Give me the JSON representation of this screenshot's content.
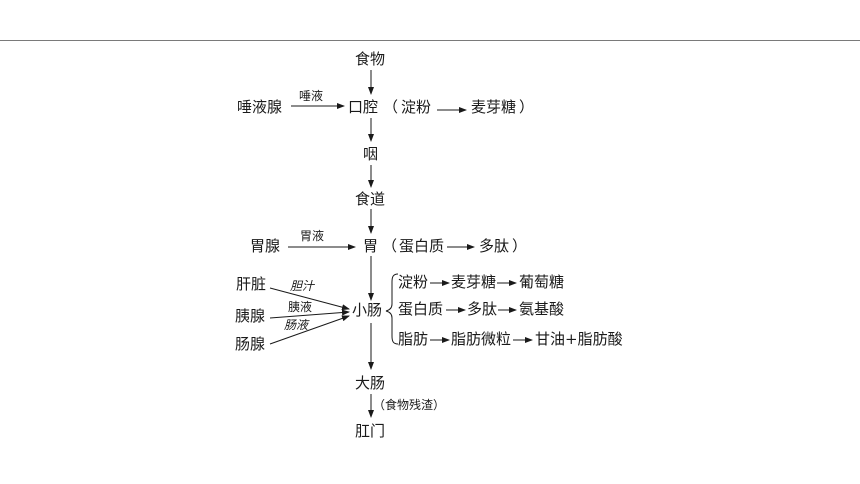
{
  "nodes": {
    "food": "食物",
    "mouth": "口腔",
    "mouth_note_open": "（",
    "starch": "淀粉",
    "maltose": "麦芽糖",
    "mouth_note_close": "）",
    "pharynx": "咽",
    "esophagus": "食道",
    "stomach": "胃",
    "stomach_note_open": "（",
    "protein": "蛋白质",
    "polypeptide": "多肽",
    "stomach_note_close": "）",
    "small_intestine": "小肠",
    "large_intestine": "大肠",
    "residue": "（食物残渣）",
    "anus": "肛门"
  },
  "glands": {
    "salivary_gland": "唾液腺",
    "saliva": "唾液",
    "gastric_gland": "胃腺",
    "gastric_juice": "胃液",
    "liver": "肝脏",
    "bile": "胆汁",
    "pancreas": "胰腺",
    "pancreatic_juice": "胰液",
    "intestinal_gland": "肠腺",
    "intestinal_juice": "肠液"
  },
  "digestion": {
    "starch": "淀粉",
    "starch_maltose": "麦芽糖",
    "glucose": "葡萄糖",
    "protein": "蛋白质",
    "protein_polypeptide": "多肽",
    "amino_acid": "氨基酸",
    "fat": "脂肪",
    "fat_particles": "脂肪微粒",
    "glycerol_fatty_acid": "甘油+脂肪酸"
  }
}
